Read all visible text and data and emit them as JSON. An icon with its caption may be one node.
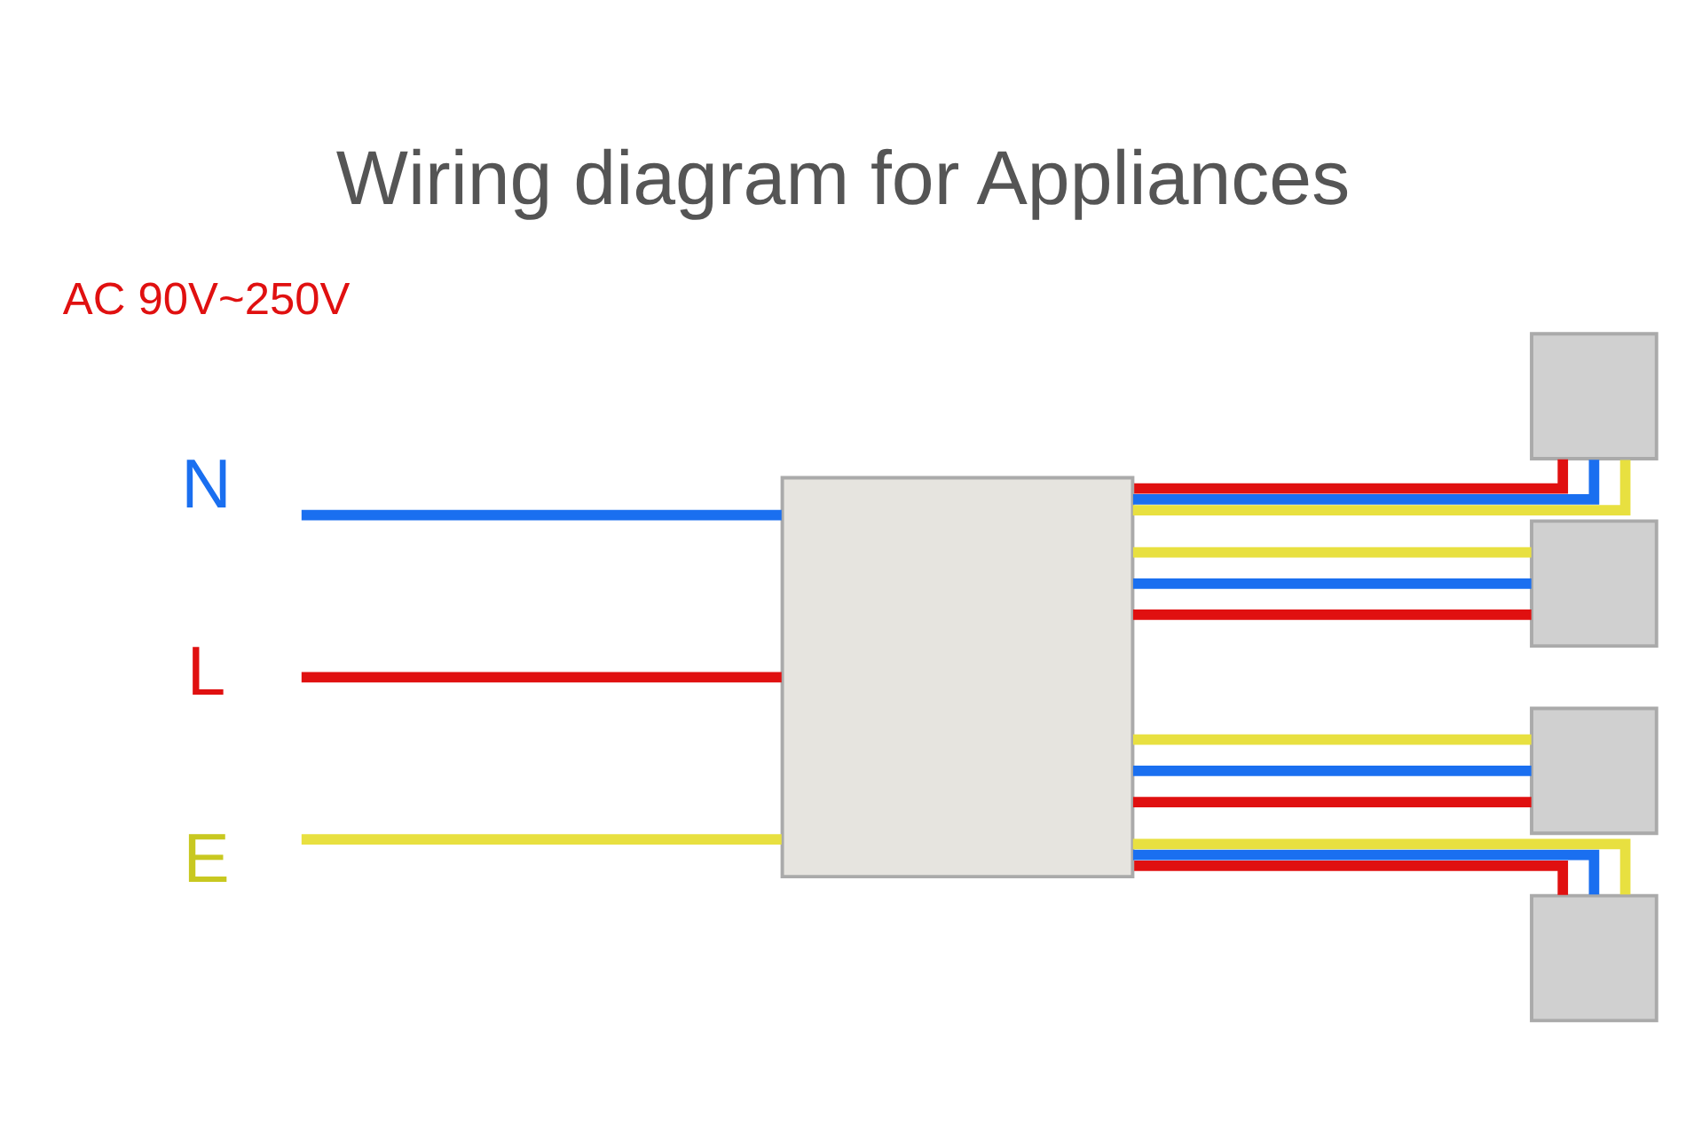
{
  "diagram": {
    "title": "Wiring diagram for Appliances",
    "nodes": [
      {
        "text": [
          "N"
        ]
      },
      {
        "text": [
          "L"
        ]
      },
      {
        "text": [
          "E"
        ]
      },
      {
        "text": [],
        "shape": "box"
      },
      {
        "text": [],
        "shape": "box"
      },
      {
        "text": [],
        "shape": "box"
      },
      {
        "text": [],
        "shape": "box"
      },
      {
        "text": [],
        "shape": "box"
      }
    ],
    "edges": [
      {
        "from": 0,
        "to": 3,
        "arrow": "none",
        "color": "#1a6ff0"
      },
      {
        "from": 1,
        "to": 3,
        "arrow": "none",
        "color": "#e01010"
      },
      {
        "from": 2,
        "to": 3,
        "arrow": "none",
        "color": "#e8e040"
      },
      {
        "from": 3,
        "to": 4,
        "arrow": "none",
        "color": "#e01010"
      },
      {
        "from": 3,
        "to": 4,
        "arrow": "none",
        "color": "#1a6ff0"
      },
      {
        "from": 3,
        "to": 4,
        "arrow": "none",
        "color": "#e8e040"
      },
      {
        "from": 3,
        "to": 5,
        "arrow": "none",
        "color": "#e01010"
      },
      {
        "from": 3,
        "to": 5,
        "arrow": "none",
        "color": "#1a6ff0"
      },
      {
        "from": 3,
        "to": 5,
        "arrow": "none",
        "color": "#e8e040"
      },
      {
        "from": 3,
        "to": 6,
        "arrow": "none",
        "color": "#e01010"
      },
      {
        "from": 3,
        "to": 6,
        "arrow": "none",
        "color": "#1a6ff0"
      },
      {
        "from": 3,
        "to": 6,
        "arrow": "none",
        "color": "#e8e040"
      },
      {
        "from": 3,
        "to": 7,
        "arrow": "none",
        "color": "#e01010"
      },
      {
        "from": 3,
        "to": 7,
        "arrow": "none",
        "color": "#1a6ff0"
      },
      {
        "from": 3,
        "to": 7,
        "arrow": "none",
        "color": "#e8e040"
      }
    ],
    "labels": [
      "AC 90V~250V"
    ]
  }
}
